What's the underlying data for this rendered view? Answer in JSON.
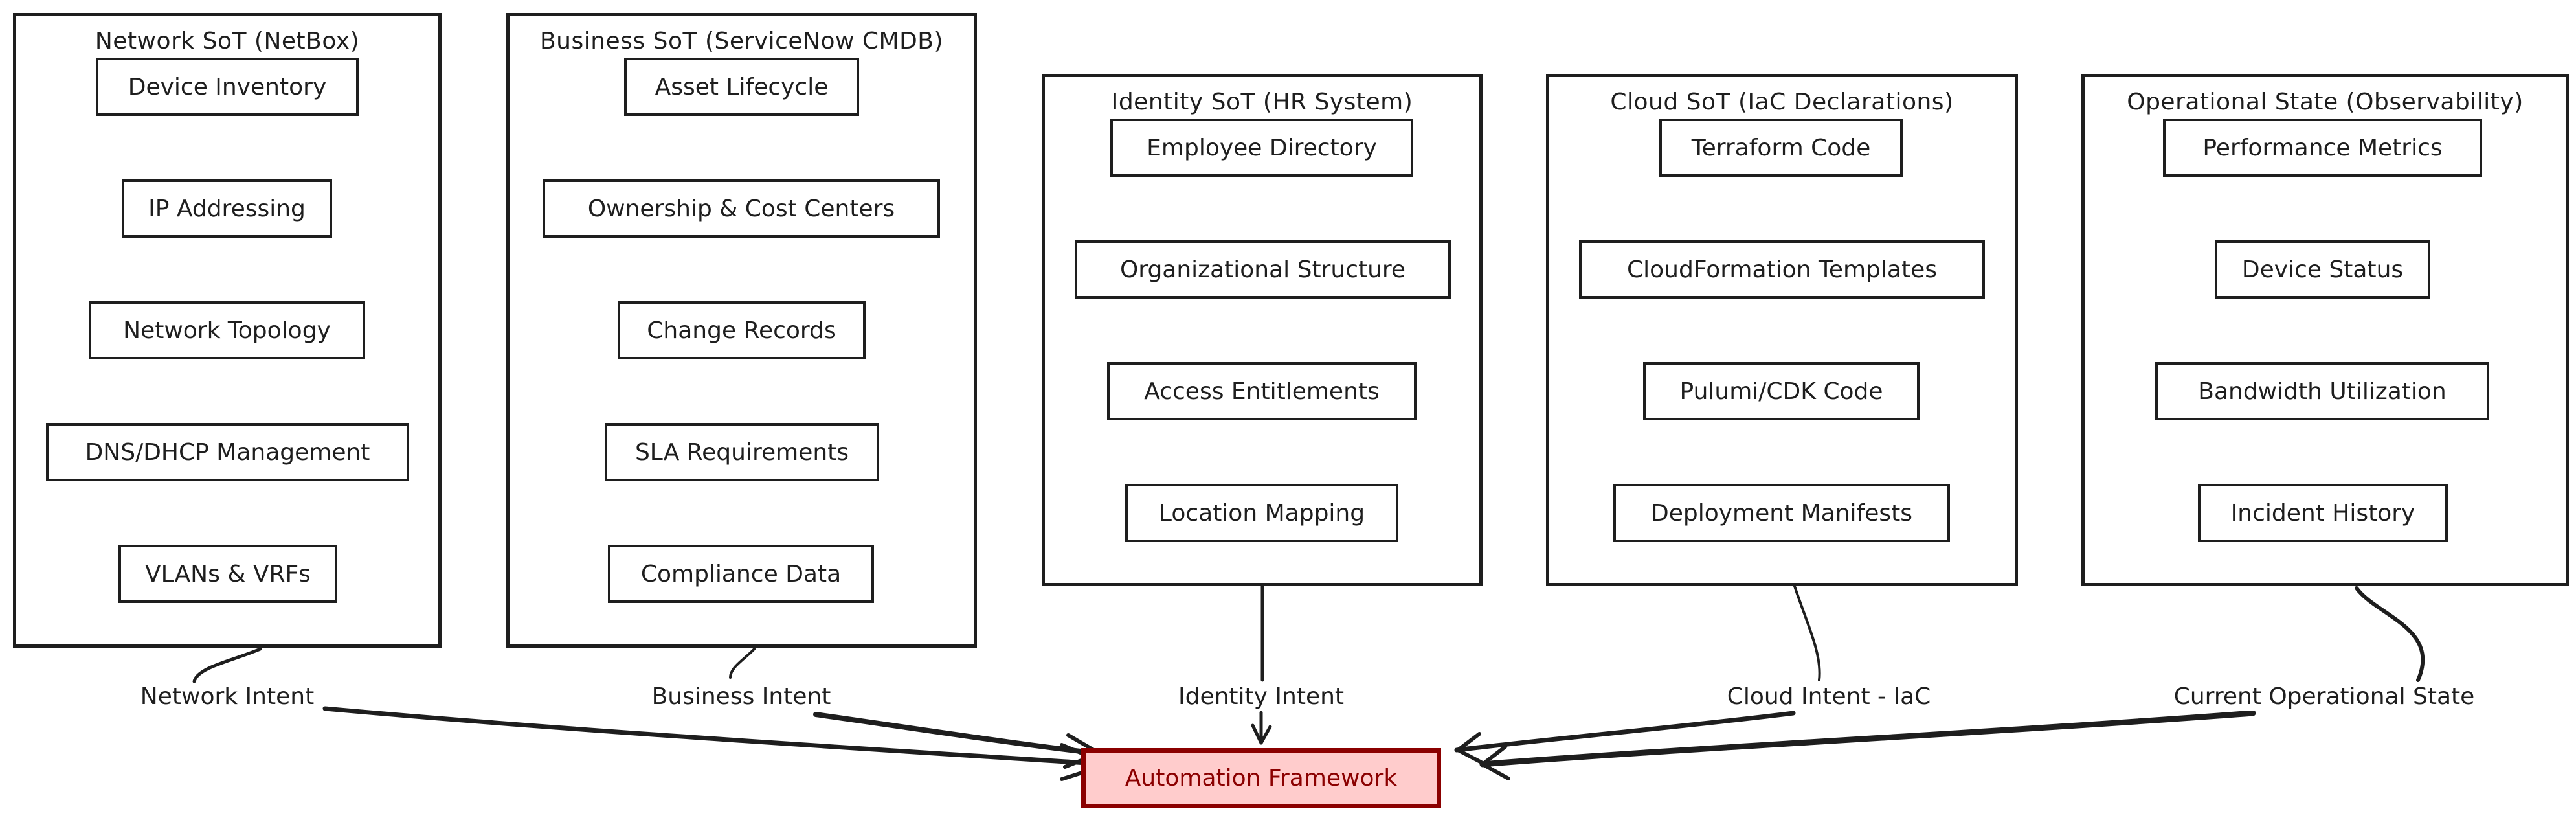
{
  "diagram": {
    "groups": [
      {
        "id": "network",
        "title": "Network SoT (NetBox)",
        "items": [
          "Device Inventory",
          "IP Addressing",
          "Network Topology",
          "DNS/DHCP Management",
          "VLANs & VRFs"
        ],
        "edge_label": "Network Intent"
      },
      {
        "id": "business",
        "title": "Business SoT (ServiceNow CMDB)",
        "items": [
          "Asset Lifecycle",
          "Ownership & Cost Centers",
          "Change Records",
          "SLA Requirements",
          "Compliance Data"
        ],
        "edge_label": "Business Intent"
      },
      {
        "id": "identity",
        "title": "Identity SoT (HR System)",
        "items": [
          "Employee Directory",
          "Organizational Structure",
          "Access Entitlements",
          "Location Mapping"
        ],
        "edge_label": "Identity Intent"
      },
      {
        "id": "cloud",
        "title": "Cloud SoT (IaC Declarations)",
        "items": [
          "Terraform Code",
          "CloudFormation Templates",
          "Pulumi/CDK Code",
          "Deployment Manifests"
        ],
        "edge_label": "Cloud Intent - IaC"
      },
      {
        "id": "operational",
        "title": "Operational State (Observability)",
        "items": [
          "Performance Metrics",
          "Device Status",
          "Bandwidth Utilization",
          "Incident History"
        ],
        "edge_label": "Current Operational State"
      }
    ],
    "target": {
      "label": "Automation Framework",
      "fill_color": "#ffcccc",
      "stroke_color": "#8b0000",
      "text_color": "#8b0000"
    },
    "stroke_color": "#1e1e1e"
  }
}
